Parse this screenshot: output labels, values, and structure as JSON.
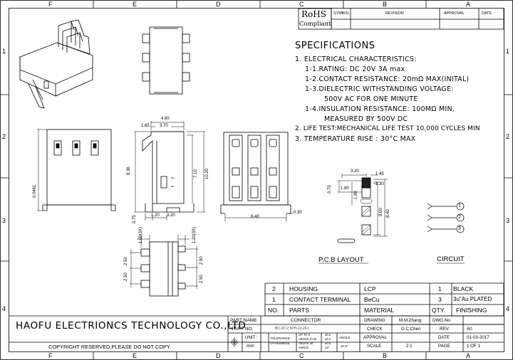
{
  "grid": {
    "columns_top": [
      "F",
      "E",
      "D",
      "C",
      "B",
      "A"
    ],
    "columns_bottom": [
      "F",
      "E",
      "D",
      "C",
      "B",
      "A"
    ],
    "rows": [
      "1",
      "2",
      "3",
      "4"
    ]
  },
  "rohs": {
    "line1": "RoHS",
    "line2": "Compliant"
  },
  "revision_table": {
    "headers": [
      "SYMBOL",
      "REVISION",
      "APPROVAL",
      "DATE"
    ]
  },
  "specifications": {
    "title": "SPECIFICATIONS",
    "lines": [
      "1. ELECTRICAL CHARACTERISTICS:",
      "1-1.RATING: DC 20V 3A max",
      "1-2.CONTACT RESISTANCE: 20mΩ MAX(INITAL)",
      "1-3.DIELECTRIC WITHSTANDING VOLTAGE:",
      "500V AC FOR ONE MINUTE",
      "1-4.INSULATION RESISTANCE: 100MΩ  MIN,",
      "MEASURED BY 500V DC",
      "2. LIFE TEST:MECHANICAL LIFE TEST 10,000 CYCLES MIN",
      "3. TEMPERATURE RISE : 30°C MAX"
    ]
  },
  "dims": {
    "d480": "4.80",
    "d165": "1.65",
    "d370": "3.70",
    "d836": "8.36",
    "d710": "7.10",
    "d1020": "10.20",
    "d075": "0.75",
    "d120": "1.20",
    "d320": "3.20",
    "d030": "0.30",
    "d840": "8.40",
    "d0461": "0.0461",
    "top_a": "1.00(3X)",
    "top_b": "1.20(3X)",
    "left_a": "2.50",
    "left_b": "2.50",
    "right_a": "2.50",
    "right_b": "2.50",
    "pcb_320": "3.20",
    "pcb_145": "1.45",
    "pcb_130": "1.30",
    "pcb_075": "0.75",
    "pcb_180a": "1.80",
    "pcb_180b": "1.80",
    "pcb_500": "5.00",
    "pcb_840": "8.40"
  },
  "pcb_layout_label": "P.C.B LAYOUT",
  "circuit_label": "CIRCUIT",
  "circuit_pins": [
    "1",
    "2",
    "3"
  ],
  "parts_table": {
    "rows": [
      {
        "no": "2",
        "part": "HOUSING",
        "material": "LCP",
        "qty": "1",
        "finish": "BLACK"
      },
      {
        "no": "1",
        "part": "CONTACT TERMINAL",
        "material": "BeCu",
        "qty": "3",
        "finish": "3u\"Au PLATED"
      }
    ],
    "headers": {
      "no": "NO.",
      "part": "PARTS",
      "material": "MATERIAL",
      "qty": "QTY.",
      "finish": "FINISHING"
    }
  },
  "title_block": {
    "company": "HAOFU ELECTRIONCS TECHNOLOGY CO.,LTD",
    "copyright": "COPYRIGHT RESERVED,PLEASE DO NOT COPY.",
    "part_name_label": "PART NAME",
    "part_name": "CONNECTOR",
    "part_no_label": "PART NO.",
    "part_no": "BC-3P-2.5PH-10.20-L",
    "unit_label": "UNIT :",
    "unit": "mm",
    "tolerance_label": "TOLERANCE",
    "otherwise_label": "OTHERWISE",
    "tol_rows": [
      {
        "range": "UP TO 5",
        "tol": "±0.2"
      },
      {
        "range": "ABOVE 5~30",
        "tol": "±0.3"
      },
      {
        "range": "ABOVE 30",
        "tol": "±0.5"
      },
      {
        "range": "ANGLE",
        "tol": "±3°"
      }
    ],
    "angle_label": "ANGLE",
    "angle_tol": "±0.5°",
    "drawing_label": "DRAWING",
    "drawing": "M.M.Zhang",
    "check_label": "CHECK",
    "check": "G.C.Chen",
    "approval_label": "APPROVAL",
    "approval": "",
    "scale_label": "SCALE",
    "scale": "2:1",
    "dwg_no_label": "DWG.No.",
    "dwg_no": "",
    "rev_label": "REV.",
    "rev": "A0",
    "date_label": "DATE",
    "date": "01-03-2017",
    "page_label": "PAGE",
    "page": "1 OF 1"
  }
}
